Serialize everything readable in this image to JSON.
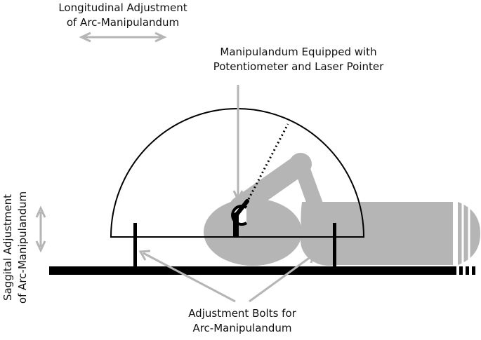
{
  "labels": {
    "longitudinal": [
      "Longitudinal Adjustment",
      "of Arc-Manipulandum"
    ],
    "manipulandum": [
      "Manipulandum Equipped with",
      "Potentiometer and Laser Pointer"
    ],
    "saggital": [
      "Saggital Adjustment",
      "of Arc-Manipulandum"
    ],
    "bolts": [
      "Adjustment Bolts for",
      "Arc-Manipulandum"
    ]
  },
  "colors": {
    "body": "#b5b5b5",
    "arrow": "#b5b5b5",
    "ink": "#000000"
  }
}
